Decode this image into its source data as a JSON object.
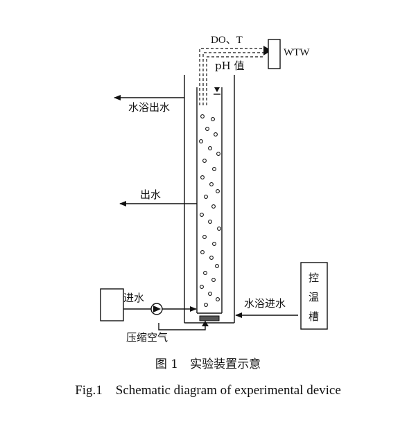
{
  "labels": {
    "do_t": "DO、T",
    "ph": "pH 值",
    "wtw": "WTW",
    "bath_out": "水浴出水",
    "effluent": "出水",
    "influent": "进水",
    "compressed_air": "压缩空气",
    "bath_in": "水浴进水",
    "temp_control": [
      "控",
      "温",
      "槽"
    ]
  },
  "caption": {
    "cn": "图 1　实验装置示意",
    "en": "Fig.1　Schematic diagram of experimental device"
  }
}
